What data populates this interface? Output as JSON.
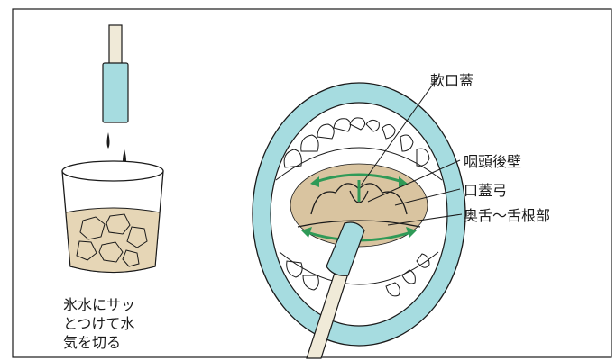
{
  "labels": {
    "soft_palate": "軟口蓋",
    "pharynx_wall": "咽頭後壁",
    "palatal_arch": "口蓋弓",
    "tongue_base": "奥舌～舌根部"
  },
  "caption": {
    "line1": "氷水にサッ",
    "line2": "とつけて水",
    "line3": "気を切る"
  },
  "colors": {
    "lips": "#a6dce0",
    "mouth_interior": "#ffffff",
    "throat_area": "#d9c4a0",
    "arrow": "#2f9a57",
    "ice_water": "#e6d6b6",
    "stick": "#f0ead8",
    "swab": "#a6dce0",
    "drops": "#1a1a1a",
    "line": "#1a1a1a"
  }
}
